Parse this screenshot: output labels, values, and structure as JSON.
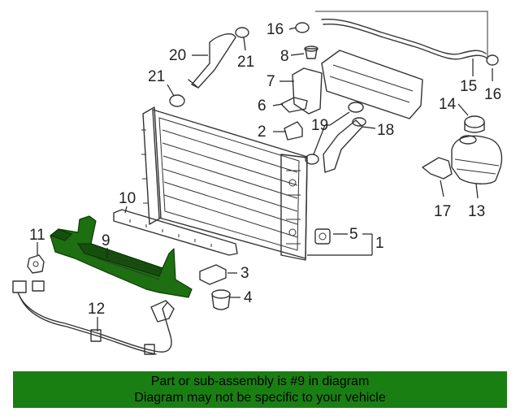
{
  "callouts": {
    "c1": "1",
    "c2": "2",
    "c3": "3",
    "c4": "4",
    "c5": "5",
    "c6": "6",
    "c7": "7",
    "c8": "8",
    "c9": "9",
    "c10": "10",
    "c11": "11",
    "c12": "12",
    "c13": "13",
    "c14": "14",
    "c15": "15",
    "c16a": "16",
    "c16b": "16",
    "c17": "17",
    "c18": "18",
    "c19": "19",
    "c20": "20",
    "c21a": "21",
    "c21b": "21"
  },
  "highlight": {
    "part_number": "9",
    "color": "#1e6e12"
  },
  "banner": {
    "line1": "Part or sub-assembly is #9 in diagram",
    "line2": "Diagram may not be specific to your vehicle",
    "background": "#1a7f12"
  }
}
